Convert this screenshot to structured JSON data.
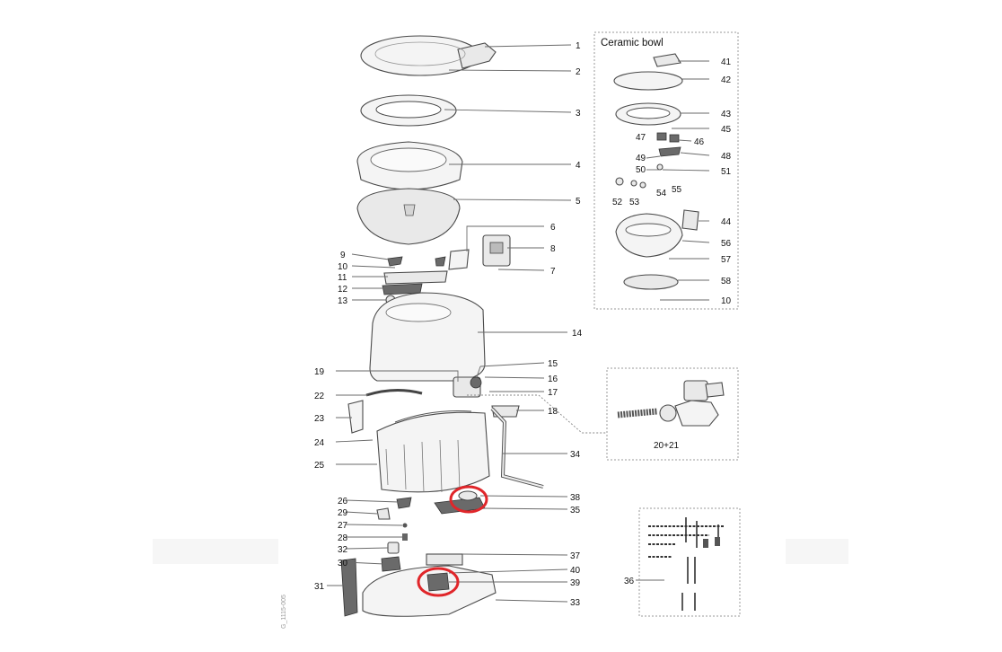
{
  "panels": {
    "ceramic_bowl_title": "Ceramic bowl",
    "detail_label": "20+21"
  },
  "side_code": "G_1115-005",
  "highlight_color": "#e0262a",
  "callouts": {
    "n1": "1",
    "n2": "2",
    "n3": "3",
    "n4": "4",
    "n5": "5",
    "n6": "6",
    "n7": "7",
    "n8": "8",
    "n9": "9",
    "n10": "10",
    "n11": "11",
    "n12": "12",
    "n13": "13",
    "n14": "14",
    "n15": "15",
    "n16": "16",
    "n17": "17",
    "n18": "18",
    "n19": "19",
    "n22": "22",
    "n23": "23",
    "n24": "24",
    "n25": "25",
    "n26": "26",
    "n27": "27",
    "n28": "28",
    "n29": "29",
    "n30": "30",
    "n31": "31",
    "n32": "32",
    "n33": "33",
    "n34": "34",
    "n35": "35",
    "n36": "36",
    "n37": "37",
    "n38": "38",
    "n39": "39",
    "n40": "40",
    "c41": "41",
    "c42": "42",
    "c43": "43",
    "c44": "44",
    "c45": "45",
    "c46": "46",
    "c47": "47",
    "c48": "48",
    "c49": "49",
    "c50": "50",
    "c51": "51",
    "c52": "52",
    "c53": "53",
    "c54": "54",
    "c55": "55",
    "c56": "56",
    "c57": "57",
    "c58": "58",
    "c10": "10"
  }
}
